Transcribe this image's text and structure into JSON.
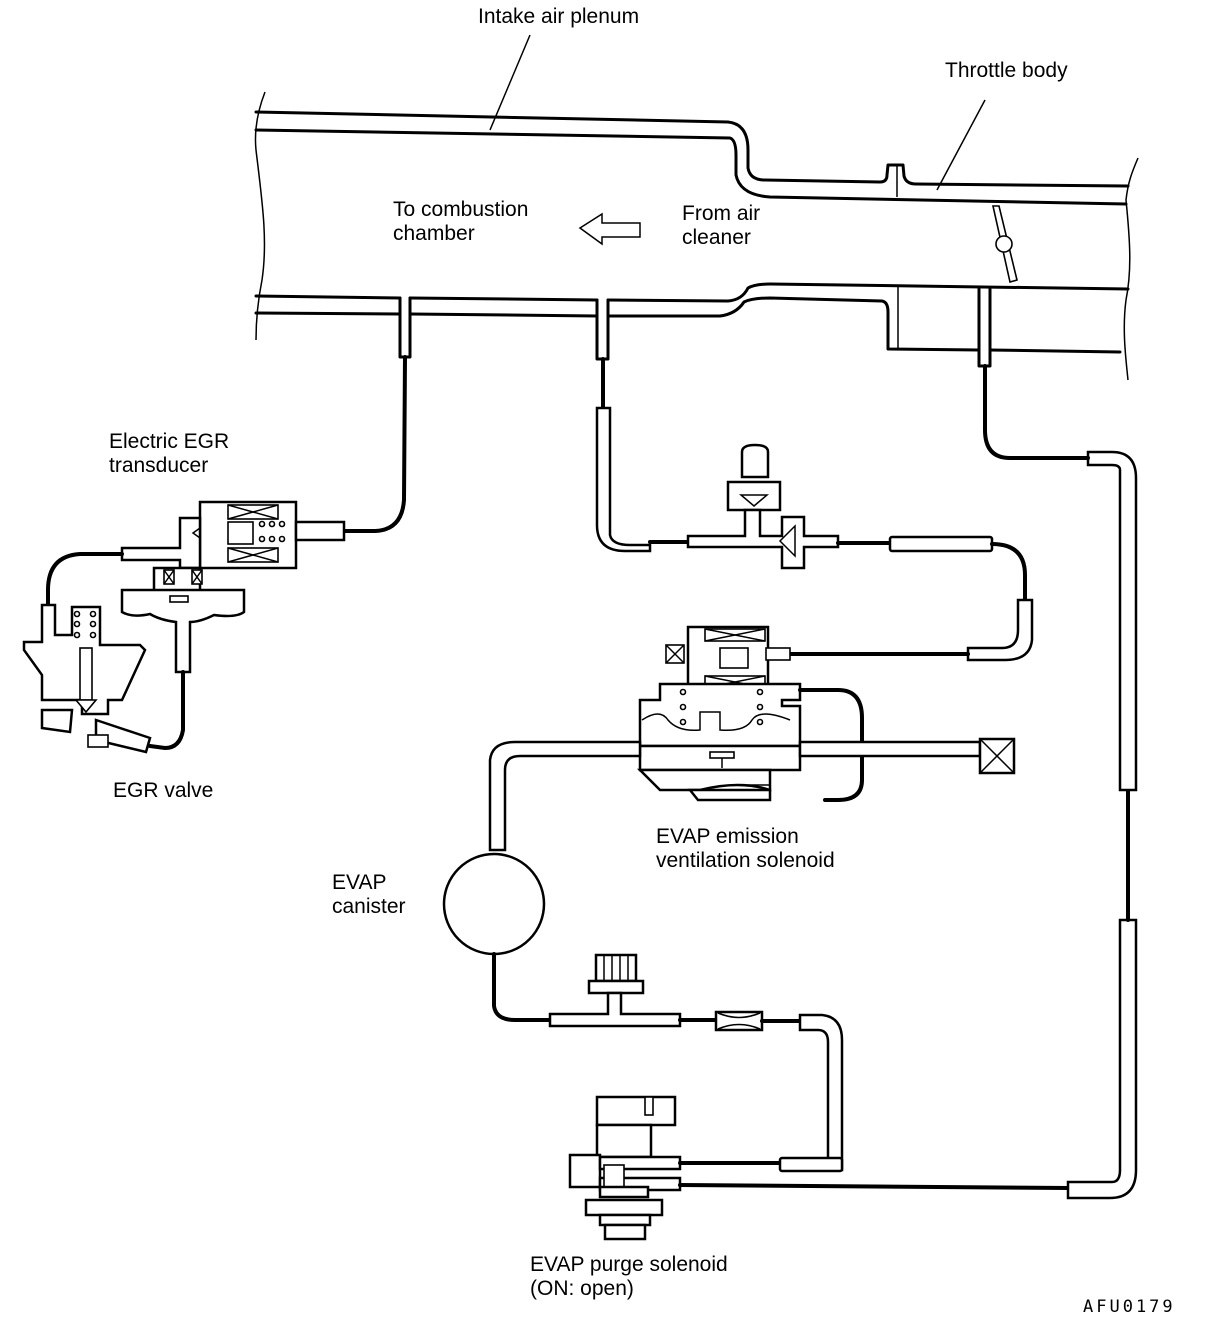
{
  "labels": {
    "intake_air_plenum": "Intake air plenum",
    "throttle_body": "Throttle body",
    "to_combustion_line1": "To combustion",
    "to_combustion_line2": "chamber",
    "from_air_line1": "From air",
    "from_air_line2": "cleaner",
    "egr_transducer_line1": "Electric EGR",
    "egr_transducer_line2": "transducer",
    "egr_valve": "EGR valve",
    "evap_ventilation_line1": "EVAP emission",
    "evap_ventilation_line2": "ventilation solenoid",
    "evap_canister_line1": "EVAP",
    "evap_canister_line2": "canister",
    "evap_purge_line1": "EVAP purge solenoid",
    "evap_purge_line2": "(ON: open)"
  },
  "figure_code": "AFU0179",
  "flow_direction": "left",
  "colors": {
    "line": "#000000",
    "background": "#ffffff"
  }
}
